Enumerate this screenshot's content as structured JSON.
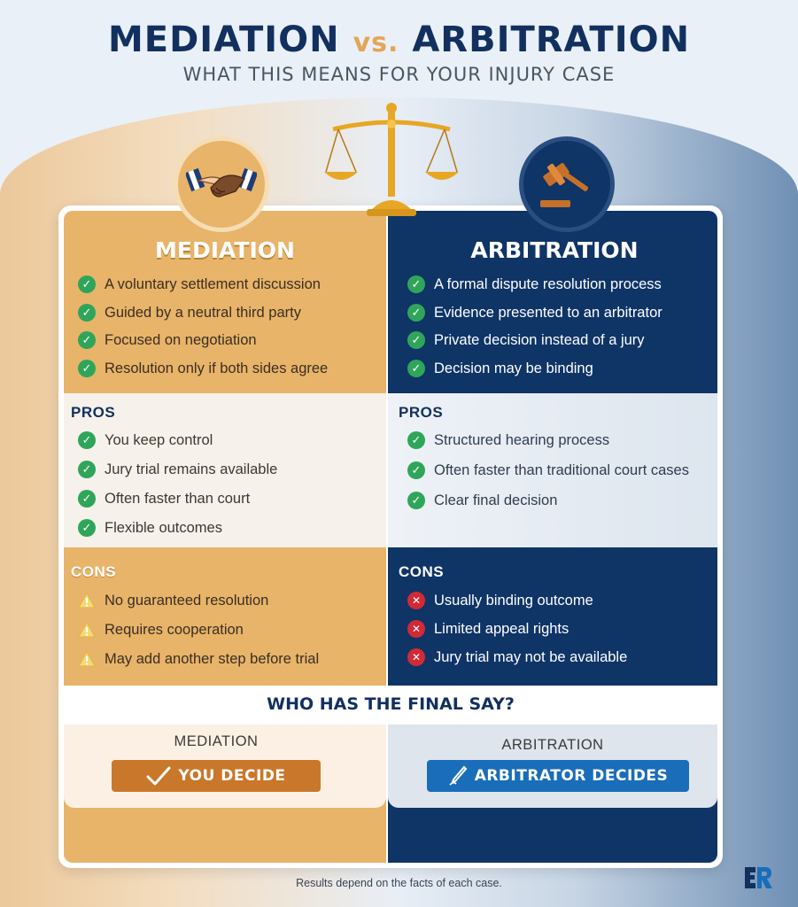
{
  "header": {
    "title_left": "MEDIATION",
    "title_vs": "vs.",
    "title_right": "ARBITRATION",
    "subtitle": "WHAT THIS MEANS FOR YOUR INJURY CASE"
  },
  "icons": {
    "mediation": "handshake-icon",
    "center": "scales-of-justice-icon",
    "arbitration": "gavel-icon",
    "check": "check-circle-icon",
    "warning": "warning-triangle-icon",
    "cross": "x-circle-icon"
  },
  "colors": {
    "mediation": "#e8b46a",
    "arbitration": "#0f3466",
    "check": "#2fa55a",
    "cross": "#d12a36",
    "warning": "#f2d66b",
    "you_decide": "#c9772a",
    "arbitrator_decides": "#1a6db8"
  },
  "mediation": {
    "heading": "MEDIATION",
    "features": [
      "A voluntary settlement discussion",
      "Guided by a neutral third party",
      "Focused on negotiation",
      "Resolution only if both sides agree"
    ],
    "pros_label": "PROS",
    "pros": [
      "You keep control",
      "Jury trial remains available",
      "Often faster than court",
      "Flexible outcomes"
    ],
    "cons_label": "CONS",
    "cons": [
      "No guaranteed resolution",
      "Requires cooperation",
      "May add another step before trial"
    ]
  },
  "arbitration": {
    "heading": "ARBITRATION",
    "features": [
      "A formal dispute resolution process",
      "Evidence presented to an arbitrator",
      "Private decision instead of a jury",
      "Decision may be binding"
    ],
    "pros_label": "PROS",
    "pros": [
      "Structured hearing process",
      "Often faster than traditional court cases",
      "Clear final decision"
    ],
    "cons_label": "CONS",
    "cons": [
      "Usually binding outcome",
      "Limited appeal rights",
      "Jury trial may not be available"
    ]
  },
  "final_say": {
    "title": "WHO HAS THE FINAL SAY?",
    "mediation_label": "MEDIATION",
    "mediation_result": "YOU DECIDE",
    "arbitration_label": "ARBITRATION",
    "arbitration_result": "ARBITRATOR DECIDES"
  },
  "footer": {
    "note": "Results depend on the facts of each case."
  }
}
